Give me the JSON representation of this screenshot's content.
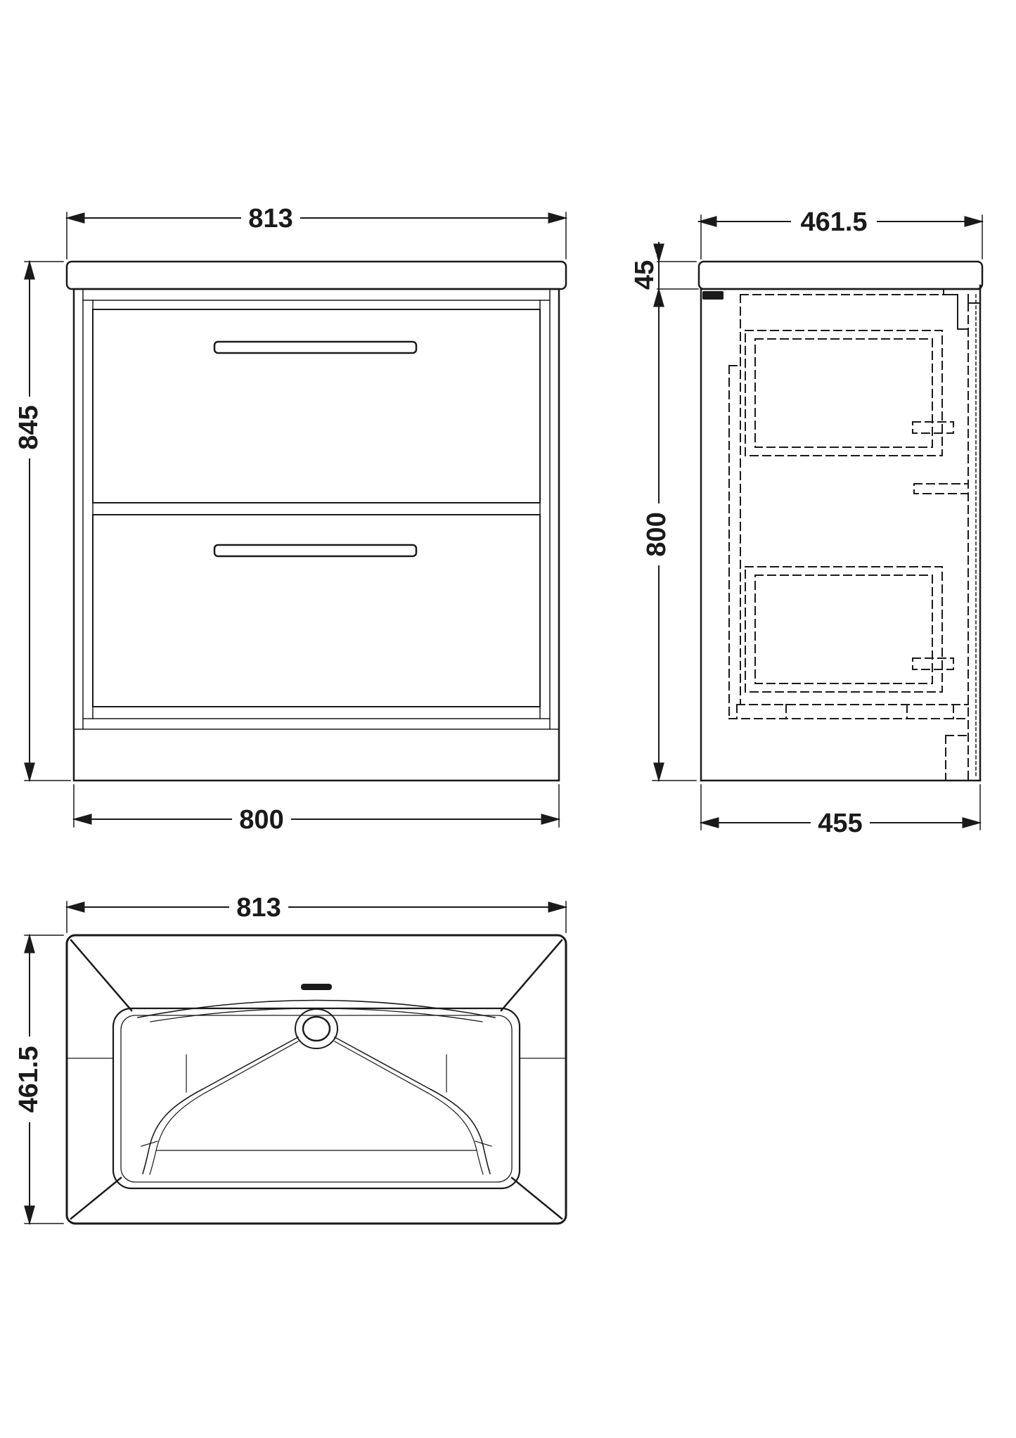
{
  "colors": {
    "background": "#ffffff",
    "line": "#1a1a1a"
  },
  "front_view": {
    "width_top": "813",
    "height_left": "845",
    "width_bottom": "800"
  },
  "side_view": {
    "depth_top": "461.5",
    "worktop_thickness_left": "45",
    "height_left": "800",
    "depth_bottom": "455"
  },
  "plan_view": {
    "width_top": "813",
    "depth_left": "461.5"
  }
}
